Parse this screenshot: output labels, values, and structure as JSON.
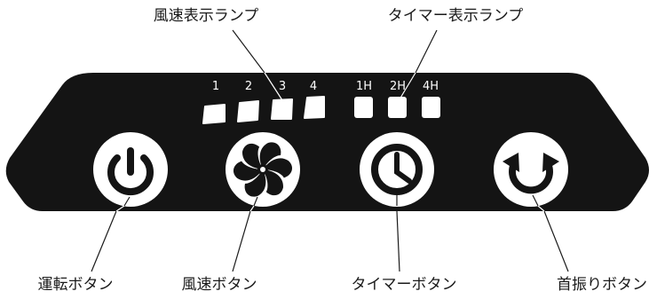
{
  "callouts": {
    "fan_speed_lamp": "風速表示ランプ",
    "timer_lamp": "タイマー表示ランプ",
    "power_button": "運転ボタン",
    "fan_speed_button": "風速ボタン",
    "timer_button": "タイマーボタン",
    "oscillation_button": "首振りボタン"
  },
  "speed_indicators": [
    "1",
    "2",
    "3",
    "4"
  ],
  "timer_indicators": [
    "1H",
    "2H",
    "4H"
  ],
  "buttons": [
    {
      "id": "power",
      "icon": "power-icon"
    },
    {
      "id": "fan-speed",
      "icon": "fan-icon"
    },
    {
      "id": "timer",
      "icon": "clock-icon"
    },
    {
      "id": "oscillation",
      "icon": "oscillation-arrows-icon"
    }
  ],
  "colors": {
    "panel": "#141414",
    "button_face": "#ffffff",
    "icon": "#141414",
    "lamp": "#ffffff",
    "text": "#1a1a1a"
  }
}
